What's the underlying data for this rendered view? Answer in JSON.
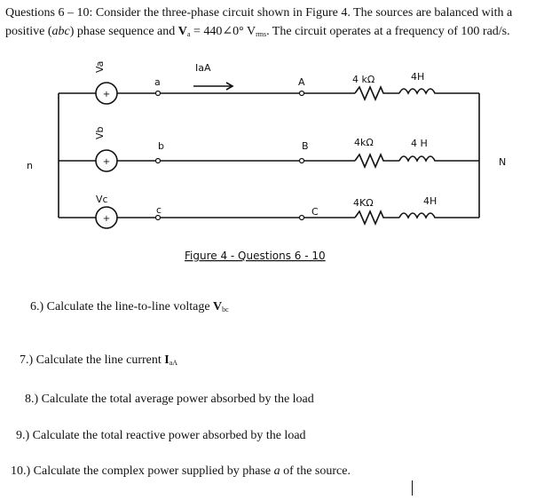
{
  "intro": {
    "line1": "Questions 6 – 10: Consider the three-phase circuit shown in Figure 4. The sources are balanced with a",
    "line2_pre": "positive (",
    "line2_abc": "abc",
    "line2_mid": ") phase sequence and ",
    "v_symbol": "V",
    "v_sub": "a",
    "v_value": " = 440∠0° V",
    "v_unit_sub": "rms",
    "line2_post": ". The circuit operates at a frequency of 100 rad/s."
  },
  "figure": {
    "caption": "Figure 4 - Questions 6 - 10",
    "sources": [
      {
        "label": "Va",
        "sign": "+"
      },
      {
        "label": "Vb",
        "sign": "+"
      },
      {
        "label": "Vc",
        "sign": "+"
      }
    ],
    "nodes_left": [
      "a",
      "b",
      "c"
    ],
    "nodes_right": [
      "A",
      "B",
      "C"
    ],
    "current_label": "IaA",
    "resistors": [
      "4 kΩ",
      "4kΩ",
      "4KΩ"
    ],
    "inductors": [
      "4H",
      "4 H",
      "4H"
    ],
    "neutral_left": "n",
    "neutral_right": "N"
  },
  "questions": {
    "q6_text": "6.) Calculate the line-to-line voltage ",
    "q6_sym": "V",
    "q6_sub": "bc",
    "q7_text": "7.) Calculate the line current ",
    "q7_sym": "I",
    "q7_sub": "aA",
    "q8": "8.) Calculate the total average power absorbed by the load",
    "q9": "9.) Calculate the total reactive power absorbed by the load",
    "q10_pre": "10.) Calculate the complex power supplied by phase ",
    "q10_phase": "a",
    "q10_post": " of the source."
  }
}
